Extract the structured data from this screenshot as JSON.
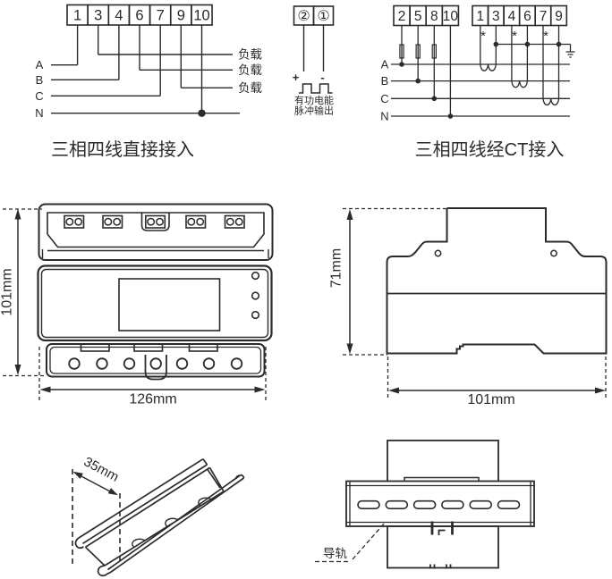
{
  "colors": {
    "ink": "#2b2b2b"
  },
  "wiring_direct": {
    "title": "三相四线直接接入",
    "terminals": [
      "1",
      "3",
      "4",
      "6",
      "7",
      "9",
      "10"
    ],
    "phases": [
      "A",
      "B",
      "C",
      "N"
    ],
    "loads": [
      "负载",
      "负载",
      "负载"
    ]
  },
  "pulse": {
    "terminals": [
      "②",
      "①"
    ],
    "plus": "+",
    "minus": "-",
    "caption1": "有功电能",
    "caption2": "脉冲输出"
  },
  "wiring_ct": {
    "title": "三相四线经CT接入",
    "terminals_left": [
      "2",
      "5",
      "8",
      "10"
    ],
    "terminals_right": [
      "1",
      "3",
      "4",
      "6",
      "7",
      "9"
    ],
    "phases": [
      "A",
      "B",
      "C",
      "N"
    ],
    "polarity_marks": [
      "*",
      "*",
      "*"
    ]
  },
  "front_view": {
    "height": "101mm",
    "width": "126mm"
  },
  "side_view": {
    "height": "71mm",
    "width": "101mm"
  },
  "rail_iso": {
    "width": "35mm"
  },
  "rail_mount": {
    "label": "导轨"
  }
}
